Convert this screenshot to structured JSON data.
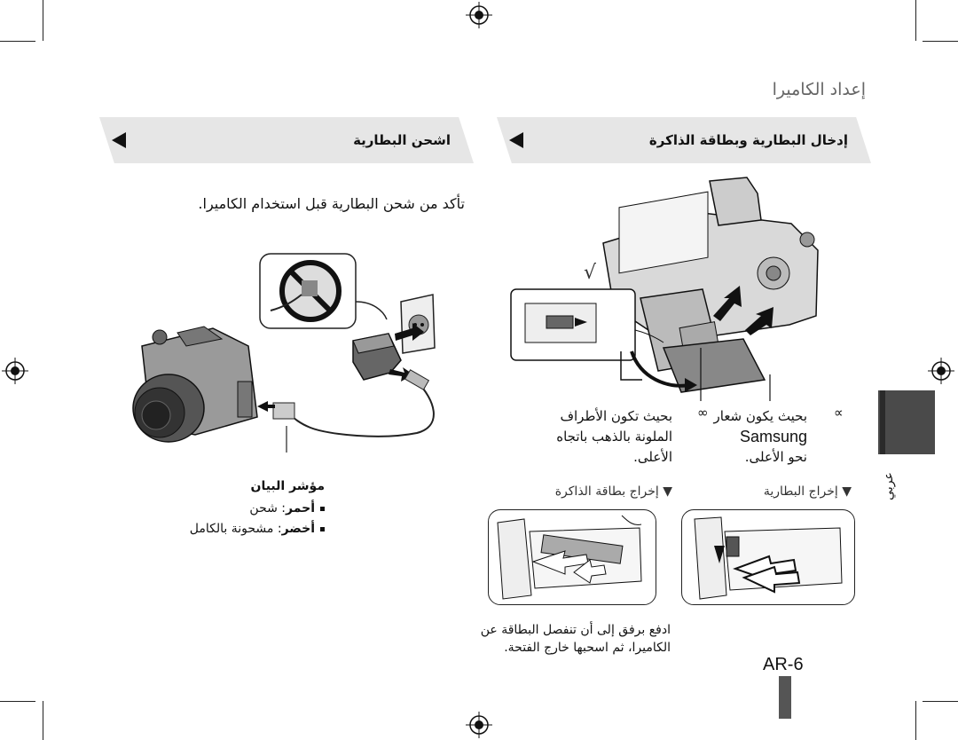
{
  "section_title": "إعداد الكاميرا",
  "banner_right": {
    "label": "إدخال البطارية وبطاقة الذاكرة"
  },
  "banner_left": {
    "label": "اشحن البطارية"
  },
  "charge_note": "تأكد من شحن البطارية قبل استخدام الكاميرا.",
  "indicator": {
    "title": "مؤشر البيان",
    "red_label": "أحمر",
    "red_text": ": شحن",
    "green_label": "أخضر",
    "green_text": ": مشحونة بالكامل"
  },
  "insert_card": {
    "line1": "بحيث تكون الأطراف",
    "line2": "الملونة بالذهب باتجاه",
    "line3": "الأعلى."
  },
  "insert_battery": {
    "line1": "بحيث يكون شعار",
    "line2": "Samsung",
    "line3": "نحو الأعلى."
  },
  "remove_card": "إخراج بطاقة الذاكرة",
  "remove_battery": "إخراج البطارية",
  "remove_note": {
    "line1": "ادفع برفق إلى أن تنفصل البطاقة عن",
    "line2": "الكاميرا، ثم اسحبها خارج الفتحة."
  },
  "sidebar_label": "عربي",
  "page_number": "AR-6",
  "colors": {
    "banner_bg": "#e6e6e6",
    "tab_dark": "#4a4a4a",
    "ink": "#111111"
  },
  "icons": [
    "registration-mark-icon",
    "down-triangle-icon",
    "no-plug-icon",
    "camera-icon",
    "charger-icon"
  ]
}
